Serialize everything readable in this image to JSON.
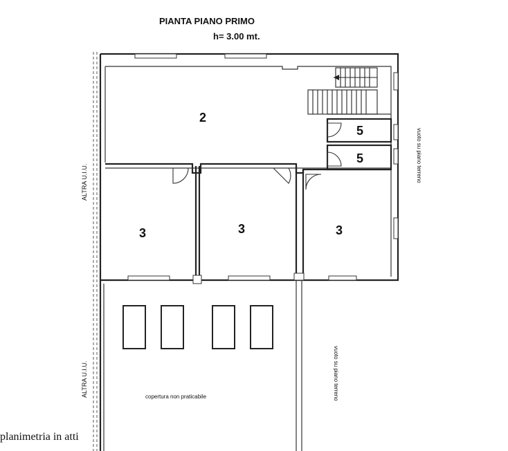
{
  "plan": {
    "title": "PIANTA PIANO PRIMO",
    "height": "h= 3.00 mt.",
    "rooms": {
      "room_2": "2",
      "room_5a": "5",
      "room_5b": "5",
      "room_3a": "3",
      "room_3b": "3",
      "room_3c": "3"
    },
    "labels": {
      "altra_uiu_top": "ALTRA U.I.U.",
      "altra_uiu_bottom": "ALTRA U.I.U.",
      "vuoto_top": "vuoto su piano terreno",
      "vuoto_bottom": "vuoto su piano terreno",
      "copertura": "copertura non praticabile"
    },
    "caption": "planimetria in atti"
  }
}
